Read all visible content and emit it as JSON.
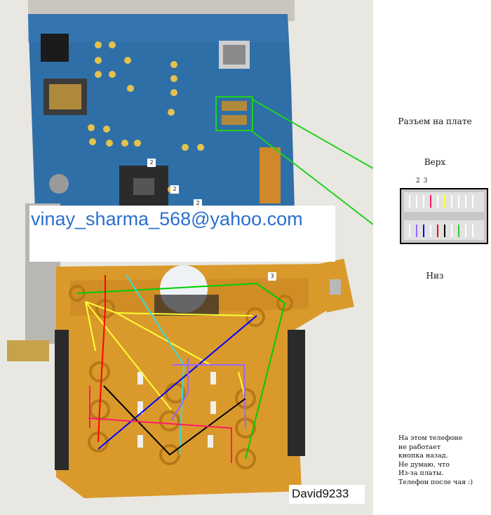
{
  "labels": {
    "connector": "Разъем на плате",
    "top": "Верх",
    "bottom": "Низ",
    "pin_numbers": "2 3"
  },
  "watermark": {
    "email": "vinay_sharma_568@yahoo.com",
    "author": "David9233"
  },
  "note_lines": [
    "На этом телефоне",
    "не работает",
    "кнопка назад.",
    "Не думаю, что",
    "Из-за платы.",
    "Телефон после чая :)"
  ],
  "board_markers": [
    "2",
    "2",
    "2",
    "3"
  ],
  "colors": {
    "board": "#2f6fa8",
    "flex": "#d99a2b",
    "callout": "#1fd21f",
    "email": "#2a6fd0",
    "traces": [
      "#ffffff",
      "#ffffff",
      "#ff1a66",
      "#ffffff",
      "#ffff33",
      "#ffffff",
      "#33cc33",
      "#9966ff",
      "#0000ff",
      "#ff0000",
      "#000000",
      "#ffff33",
      "#00cc00"
    ]
  },
  "connector_top_pins": [
    "#ffffff",
    "#ffffff",
    "#ffffff",
    "#ff1a66",
    "#ffffff",
    "#ffff33",
    "#ffffff",
    "#ffffff",
    "#ffffff",
    "#ffffff"
  ],
  "connector_bottom_pins": [
    "#ffffff",
    "#9966ff",
    "#0000ff",
    "#ffffff",
    "#ff0000",
    "#000000",
    "#ffffff",
    "#33cc33",
    "#ffffff",
    "#ffffff"
  ]
}
